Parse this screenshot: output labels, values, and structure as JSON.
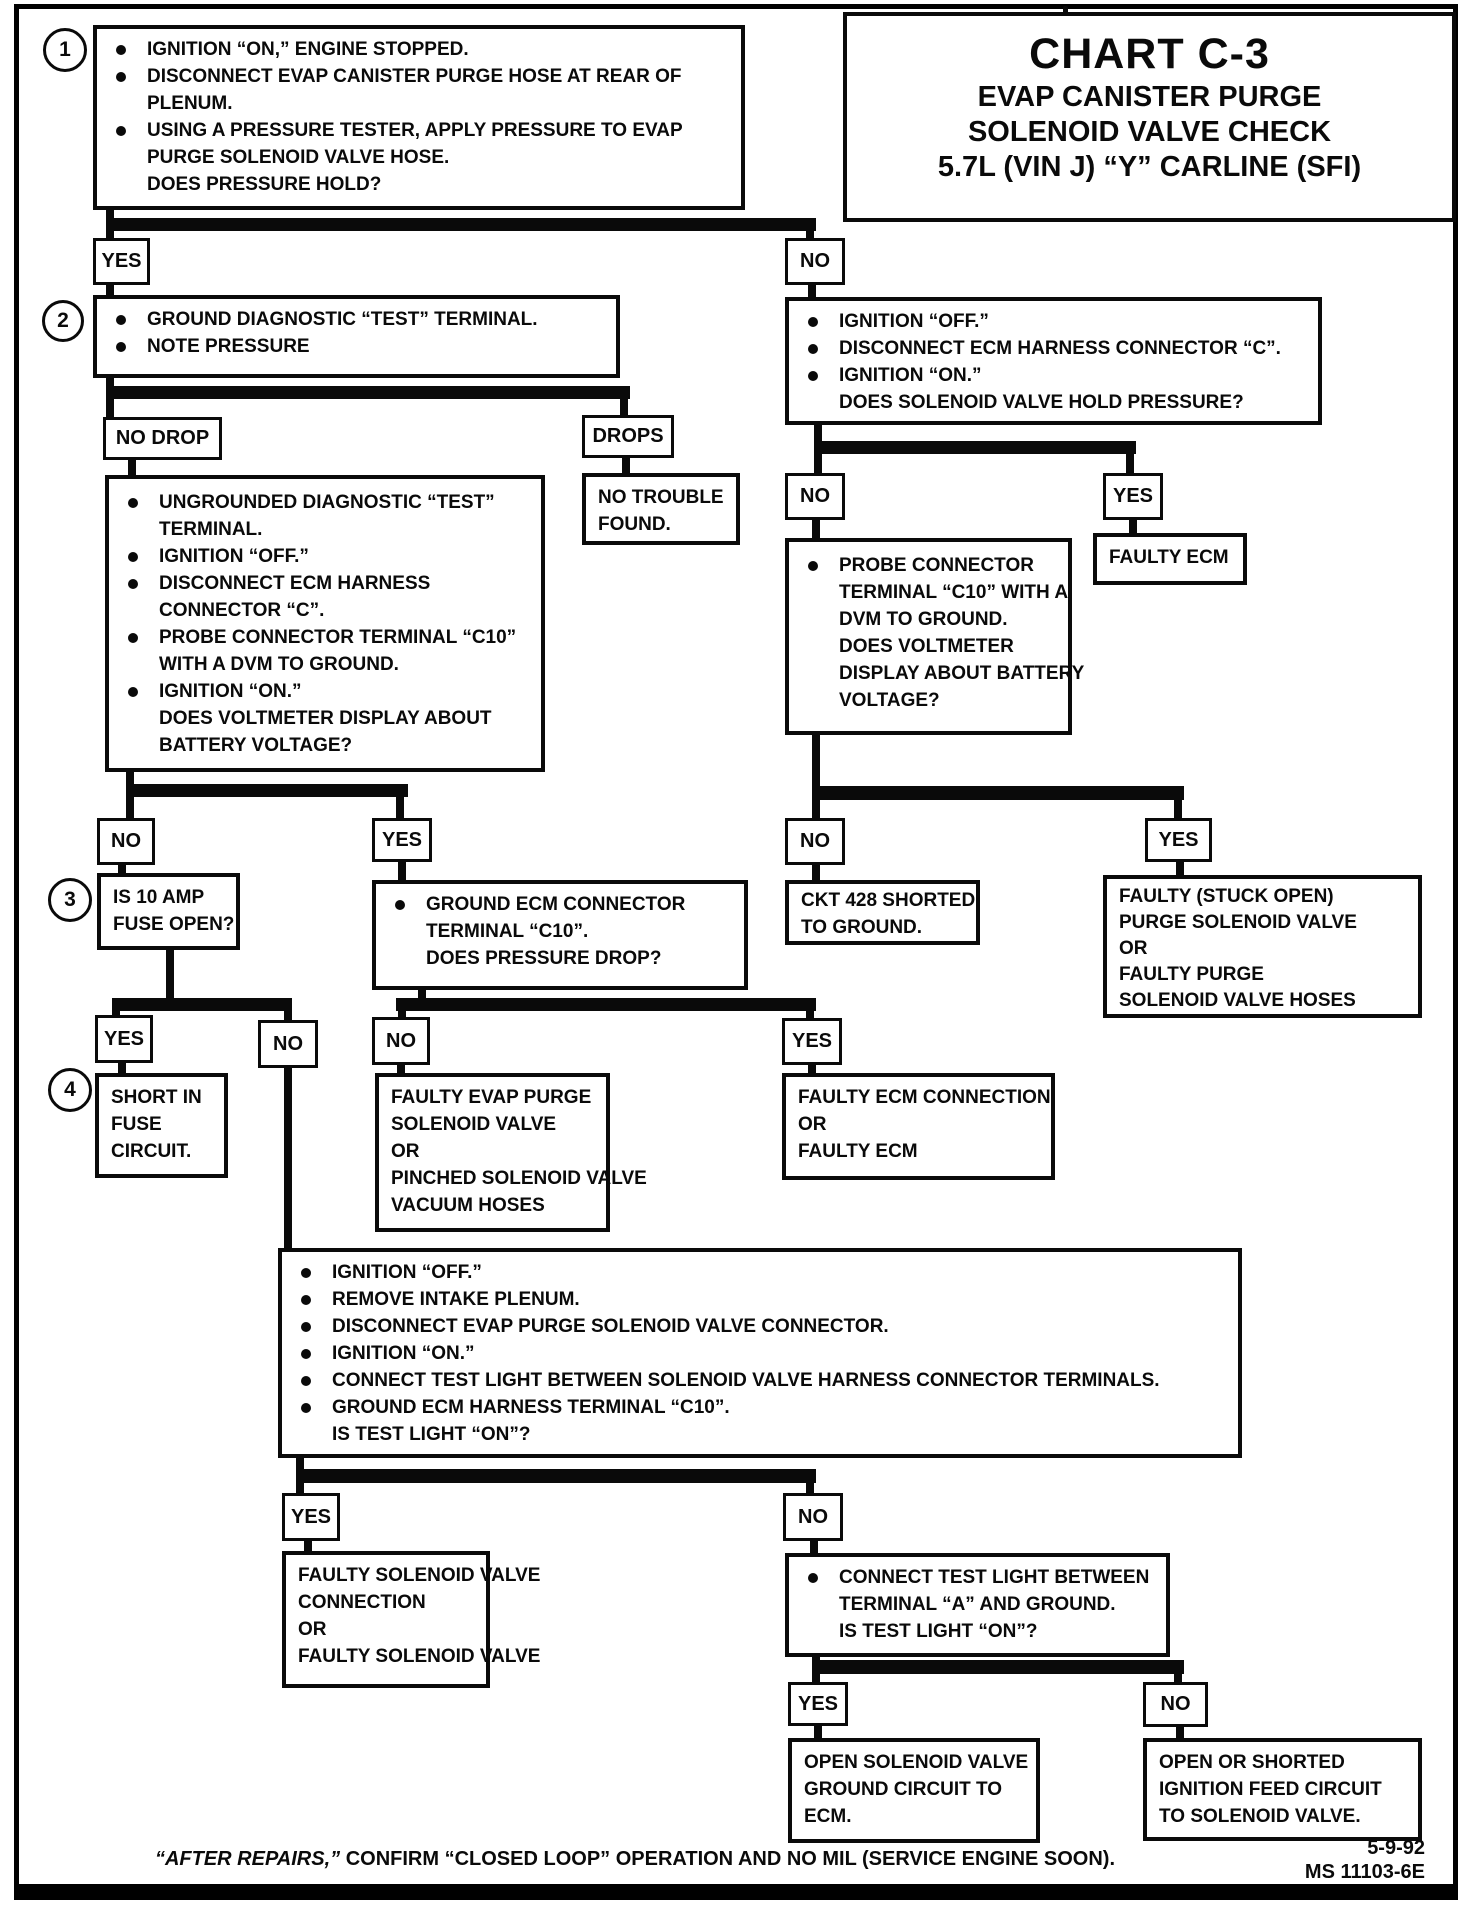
{
  "page": {
    "title": {
      "heading": "CHART C-3",
      "sub1": "EVAP CANISTER PURGE",
      "sub2": "SOLENOID VALVE CHECK",
      "sub3": "5.7L (VIN J) “Y” CARLINE (SFI)"
    },
    "footer": {
      "italic": "“AFTER REPAIRS,”",
      "rest": " CONFIRM “CLOSED LOOP” OPERATION AND NO MIL (SERVICE ENGINE SOON)."
    },
    "doc": {
      "date": "5-9-92",
      "number": "MS 11103-6E"
    }
  },
  "labels": {
    "yes": "YES",
    "no": "NO",
    "no_drop": "NO DROP",
    "drops": "DROPS"
  },
  "step_numbers": {
    "n1": "1",
    "n2": "2",
    "n3": "3",
    "n4": "4"
  },
  "nodes": {
    "start": {
      "items": [
        "IGNITION “ON,” ENGINE STOPPED.",
        "DISCONNECT EVAP CANISTER PURGE HOSE AT REAR OF",
        "PLENUM.",
        "USING A PRESSURE TESTER, APPLY PRESSURE TO EVAP",
        "PURGE SOLENOID VALVE HOSE.",
        "DOES PRESSURE HOLD?"
      ]
    },
    "ground_test": {
      "items": [
        "GROUND DIAGNOSTIC “TEST” TERMINAL.",
        "NOTE PRESSURE"
      ]
    },
    "ungrounded": {
      "items": [
        "UNGROUNDED DIAGNOSTIC “TEST”",
        "TERMINAL.",
        "IGNITION “OFF.”",
        "DISCONNECT ECM HARNESS",
        "CONNECTOR “C”.",
        "PROBE CONNECTOR TERMINAL “C10”",
        "WITH A DVM TO GROUND.",
        "IGNITION “ON.”",
        "DOES VOLTMETER DISPLAY ABOUT",
        "BATTERY VOLTAGE?"
      ]
    },
    "no_trouble": {
      "items": [
        "NO TROUBLE",
        "FOUND."
      ]
    },
    "ign_off_check": {
      "items": [
        "IGNITION “OFF.”",
        "DISCONNECT ECM HARNESS CONNECTOR “C”.",
        "IGNITION “ON.”",
        "DOES SOLENOID VALVE HOLD PRESSURE?"
      ]
    },
    "faulty_ecm": {
      "items": [
        "FAULTY ECM"
      ]
    },
    "probe_c10": {
      "items": [
        "PROBE CONNECTOR",
        "TERMINAL “C10” WITH A",
        "DVM TO GROUND.",
        "DOES VOLTMETER",
        "DISPLAY ABOUT BATTERY",
        "VOLTAGE?"
      ]
    },
    "ckt428": {
      "items": [
        "CKT 428 SHORTED",
        "TO GROUND."
      ]
    },
    "faulty_stuck_open": {
      "items": [
        "FAULTY (STUCK OPEN)",
        "PURGE SOLENOID VALVE",
        "OR",
        "FAULTY PURGE",
        "SOLENOID VALVE HOSES"
      ]
    },
    "fuse_check": {
      "items": [
        "IS 10 AMP",
        "FUSE OPEN?"
      ]
    },
    "ground_ecm_c10": {
      "items": [
        "GROUND ECM CONNECTOR",
        "TERMINAL “C10”.",
        "DOES PRESSURE DROP?"
      ]
    },
    "short_in_fuse": {
      "items": [
        "SHORT IN",
        "FUSE",
        "CIRCUIT."
      ]
    },
    "faulty_evap_purge": {
      "items": [
        "FAULTY EVAP PURGE",
        "SOLENOID VALVE",
        "OR",
        "PINCHED SOLENOID VALVE",
        "VACUUM HOSES"
      ]
    },
    "faulty_ecm_connection": {
      "items": [
        "FAULTY ECM CONNECTION",
        "OR",
        "FAULTY ECM"
      ]
    },
    "test_light_check": {
      "items": [
        "IGNITION “OFF.”",
        "REMOVE INTAKE PLENUM.",
        "DISCONNECT EVAP PURGE SOLENOID VALVE CONNECTOR.",
        "IGNITION “ON.”",
        "CONNECT TEST LIGHT BETWEEN SOLENOID VALVE HARNESS CONNECTOR TERMINALS.",
        "GROUND ECM HARNESS TERMINAL “C10”.",
        "IS TEST LIGHT “ON”?"
      ]
    },
    "faulty_solenoid_connection": {
      "items": [
        "FAULTY SOLENOID VALVE",
        "CONNECTION",
        "OR",
        "FAULTY SOLENOID VALVE"
      ]
    },
    "terminal_a_check": {
      "items": [
        "CONNECT TEST LIGHT BETWEEN",
        "TERMINAL “A” AND GROUND.",
        "IS TEST LIGHT “ON”?"
      ]
    },
    "open_solenoid_ground": {
      "items": [
        "OPEN SOLENOID VALVE",
        "GROUND CIRCUIT TO",
        "ECM."
      ]
    },
    "open_shorted_ignition": {
      "items": [
        "OPEN OR SHORTED",
        "IGNITION FEED CIRCUIT",
        "TO SOLENOID VALVE."
      ]
    }
  }
}
